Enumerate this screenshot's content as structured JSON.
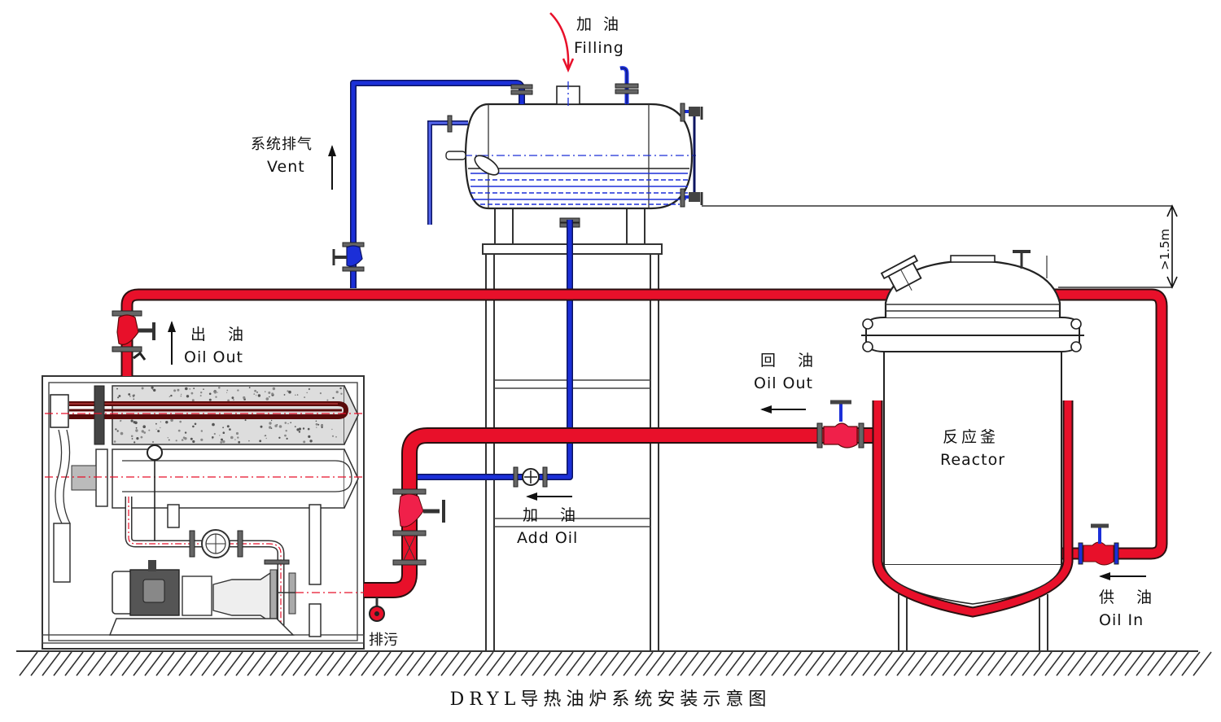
{
  "title": "DRYL导热油炉系统安装示意图",
  "colors": {
    "hot_oil": "#e8102a",
    "cold_oil": "#1b2fd8",
    "outline": "#333333",
    "filling_arrow": "#e8102a"
  },
  "labels": {
    "filling": {
      "cn": "加 油",
      "en": "Filling"
    },
    "vent": {
      "cn": "系统排气",
      "en": "Vent"
    },
    "height": {
      "text": ">1.5m"
    },
    "heater_outlet": {
      "cn": "出　油",
      "en": "Oil  Out"
    },
    "return": {
      "cn": "回　油",
      "en": "Oil  Out"
    },
    "reactor": {
      "cn": "反应釜",
      "en": "Reactor"
    },
    "add_oil": {
      "cn": "加　油",
      "en": "Add  Oil"
    },
    "supply": {
      "cn": "供　油",
      "en": "Oil  In"
    },
    "drain": {
      "cn": "排污"
    }
  },
  "components": [
    {
      "id": "expansion-tank",
      "name": "Expansion tank"
    },
    {
      "id": "heater-unit",
      "name": "Thermal oil heater"
    },
    {
      "id": "circulation-pump",
      "name": "Circulation pump"
    },
    {
      "id": "reactor-vessel",
      "name": "Reactor"
    }
  ]
}
